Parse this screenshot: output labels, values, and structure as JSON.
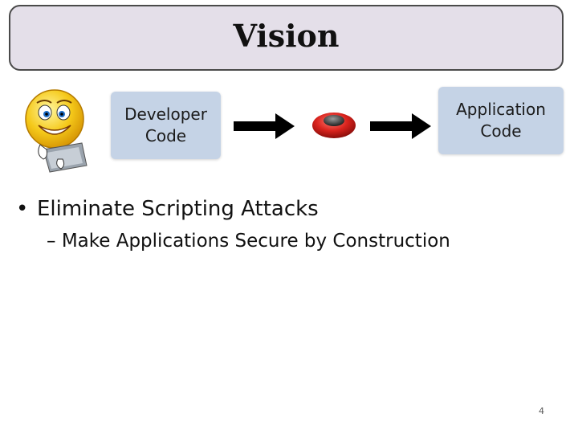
{
  "slide": {
    "title": "Vision",
    "diagram": {
      "developer_label": "Developer\nCode",
      "application_label": "Application\nCode",
      "icons": [
        "smiley-typing-laptop-icon",
        "right-arrow-icon",
        "red-button-icon",
        "right-arrow-icon"
      ]
    },
    "bullets": [
      {
        "marker": "•",
        "text": "Eliminate Scripting Attacks",
        "sub": [
          {
            "marker": "–",
            "text": "Make Applications Secure by Construction"
          }
        ]
      }
    ],
    "page_number": "4"
  },
  "colors": {
    "title_bg": "#e4dfe9",
    "title_border": "#4a4a4a",
    "box_bg": "#c5d3e6",
    "button_red": "#d9231d"
  }
}
